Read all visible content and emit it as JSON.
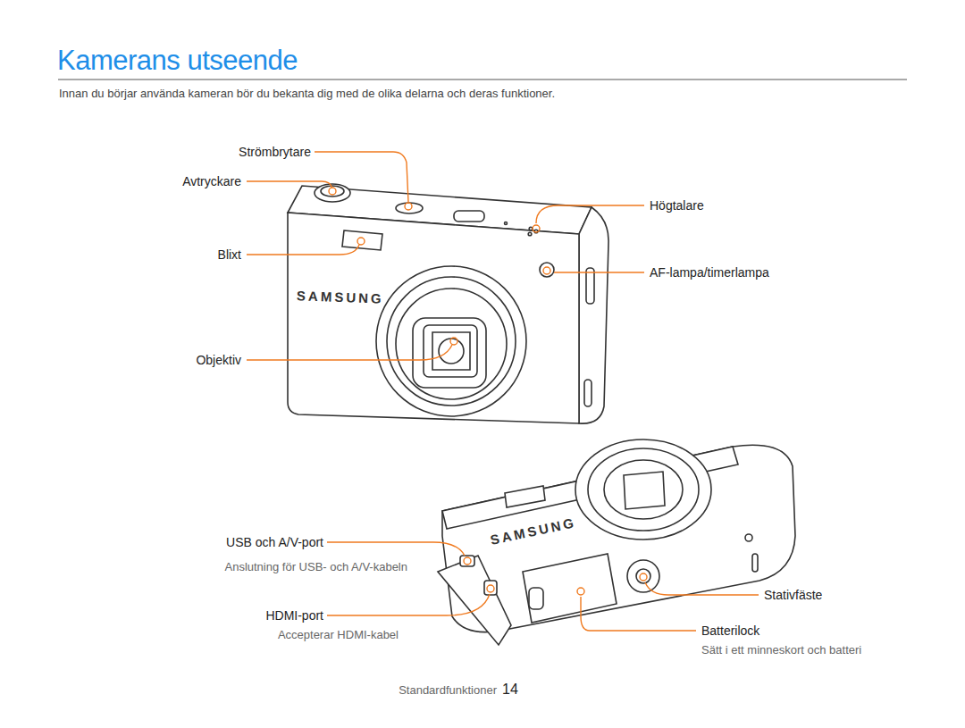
{
  "diagram": {
    "title": "Kamerans utseende",
    "labels": [
      "Innan du börjar använda kameran bör du bekanta dig med de olika delarna och deras funktioner.",
      "Strömbrytare",
      "Avtryckare",
      "Blixt",
      "Objektiv",
      "Högtalare",
      "AF-lampa/timerlampa",
      "SAMSUNG",
      "SAMSUNG",
      "USB och A/V-port",
      "Anslutning för USB- och A/V-kabeln",
      "HDMI-port",
      "Accepterar HDMI-kabel",
      "Stativfäste",
      "Batterilock",
      "Sätt i ett minneskort och batteri",
      "Standardfunktioner",
      "14"
    ]
  }
}
